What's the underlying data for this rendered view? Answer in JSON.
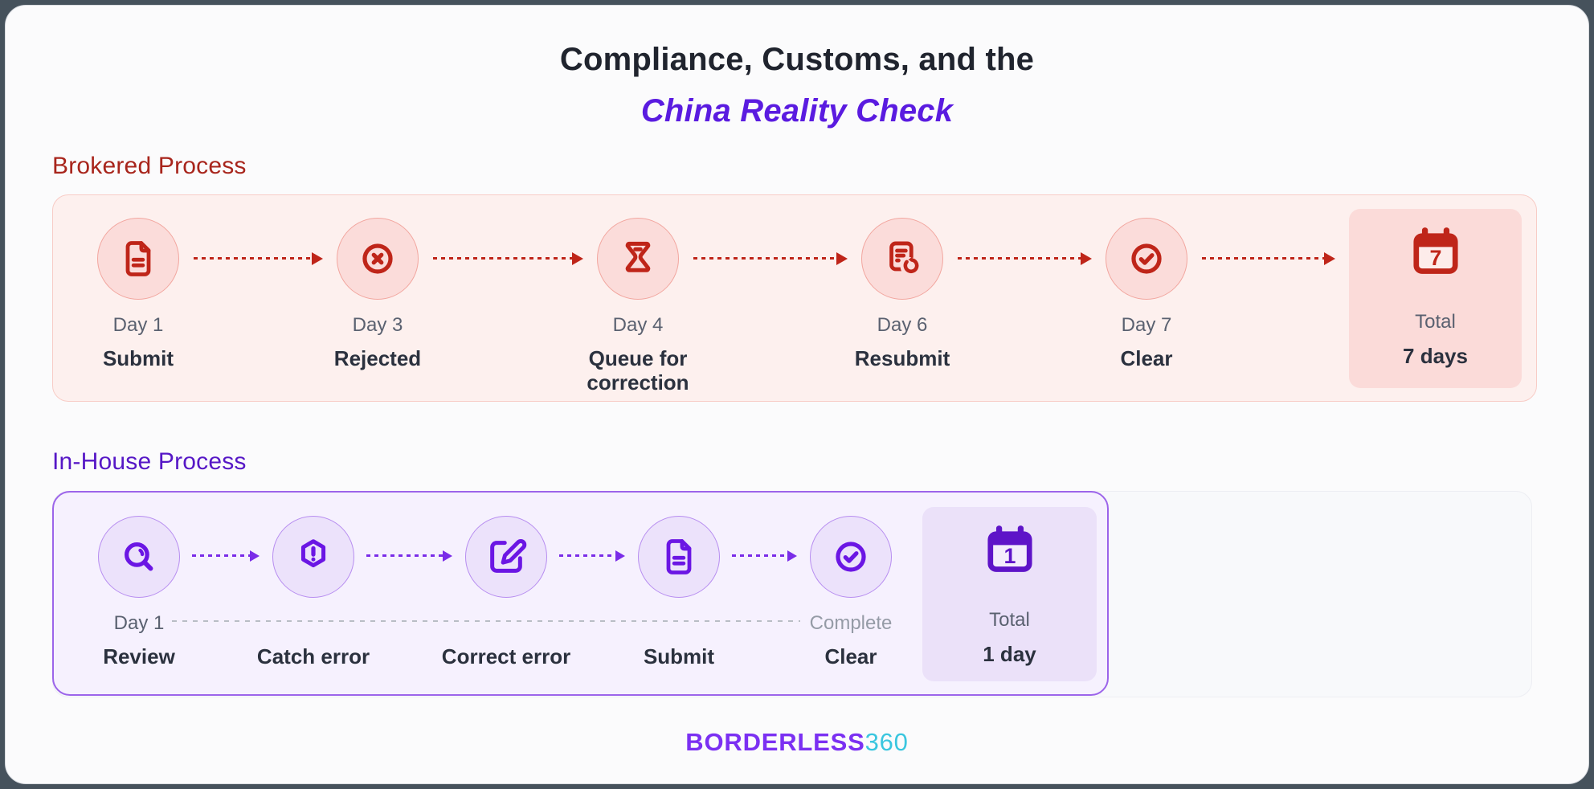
{
  "title": {
    "line1": "Compliance, Customs, and the",
    "line2": "China Reality Check"
  },
  "brokered": {
    "label": "Brokered Process",
    "steps": [
      {
        "day": "Day 1",
        "name": "Submit",
        "icon": "document-icon"
      },
      {
        "day": "Day 3",
        "name": "Rejected",
        "icon": "x-circle-icon"
      },
      {
        "day": "Day 4",
        "name": "Queue for correction",
        "icon": "hourglass-icon"
      },
      {
        "day": "Day 6",
        "name": "Resubmit",
        "icon": "document-refresh-icon"
      },
      {
        "day": "Day 7",
        "name": "Clear",
        "icon": "check-circle-icon"
      }
    ],
    "total": {
      "label": "Total",
      "value": "7 days",
      "calendar_number": "7",
      "icon": "calendar-icon"
    }
  },
  "inhouse": {
    "label": "In-House Process",
    "steps": [
      {
        "day": "Day 1",
        "name": "Review",
        "icon": "search-icon"
      },
      {
        "day": "",
        "name": "Catch error",
        "icon": "hexagon-alert-icon"
      },
      {
        "day": "",
        "name": "Correct error",
        "icon": "edit-icon"
      },
      {
        "day": "",
        "name": "Submit",
        "icon": "document-icon"
      },
      {
        "day": "Complete",
        "name": "Clear",
        "icon": "check-circle-icon"
      }
    ],
    "total": {
      "label": "Total",
      "value": "1 day",
      "calendar_number": "1",
      "icon": "calendar-icon"
    }
  },
  "footer": {
    "brand_primary": "BORDERLESS",
    "brand_secondary": "360"
  },
  "colors": {
    "accent_red": "#bf2519",
    "accent_purple": "#6b16e4",
    "title_purple": "#5a1be0",
    "label_red": "#a8251c",
    "label_purple": "#5617c6",
    "logo_purple": "#7b30f2",
    "logo_cyan": "#3ac6df"
  }
}
